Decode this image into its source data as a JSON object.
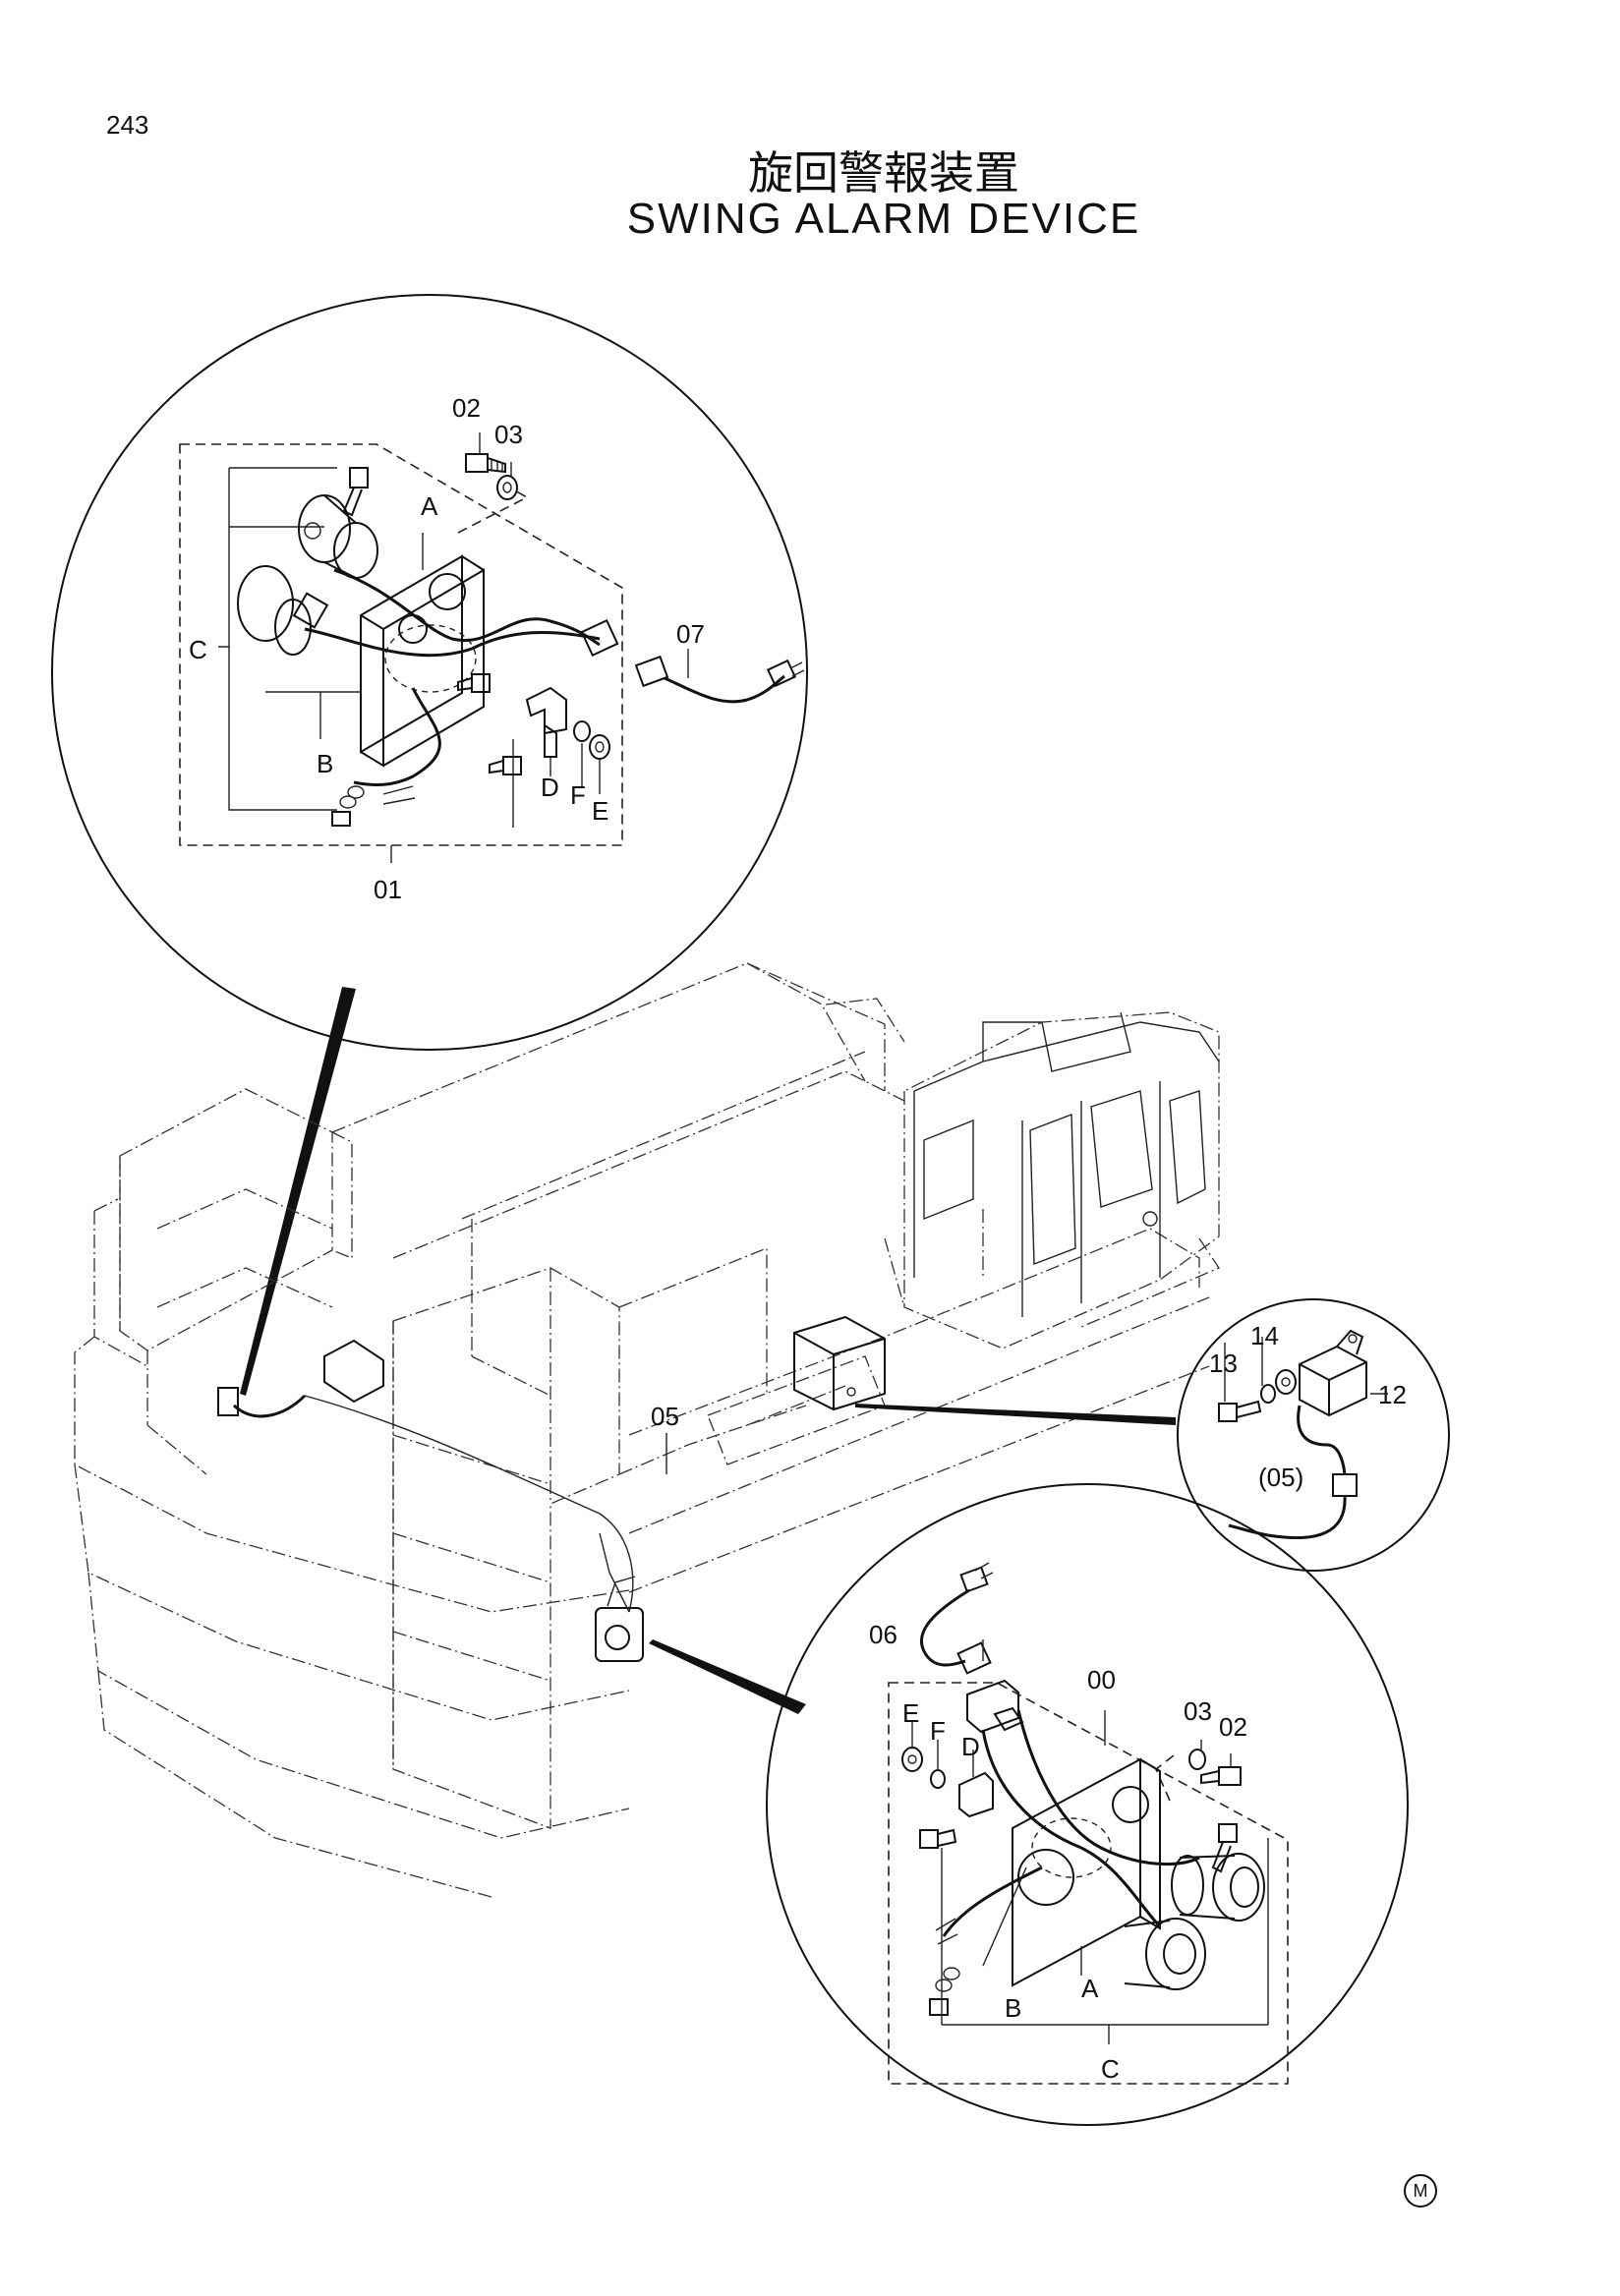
{
  "page": {
    "number": "243",
    "title_jp": "旋回警報装置",
    "title_en": "SWING  ALARM  DEVICE",
    "footer_mark": "M"
  },
  "callouts_top_detail": {
    "c02": "02",
    "c03": "03",
    "cA": "A",
    "cC": "C",
    "c07": "07",
    "cB": "B",
    "cD": "D",
    "cF": "F",
    "cE": "E",
    "c01": "01"
  },
  "callouts_main": {
    "c05": "05"
  },
  "callouts_right_detail": {
    "c13": "13",
    "c14": "14",
    "c12": "12",
    "c05ref": "(05)"
  },
  "callouts_bottom_detail": {
    "c06": "06",
    "c00": "00",
    "c03": "03",
    "c02": "02",
    "cE": "E",
    "cF": "F",
    "cD": "D",
    "cA": "A",
    "cB": "B",
    "cC": "C"
  }
}
